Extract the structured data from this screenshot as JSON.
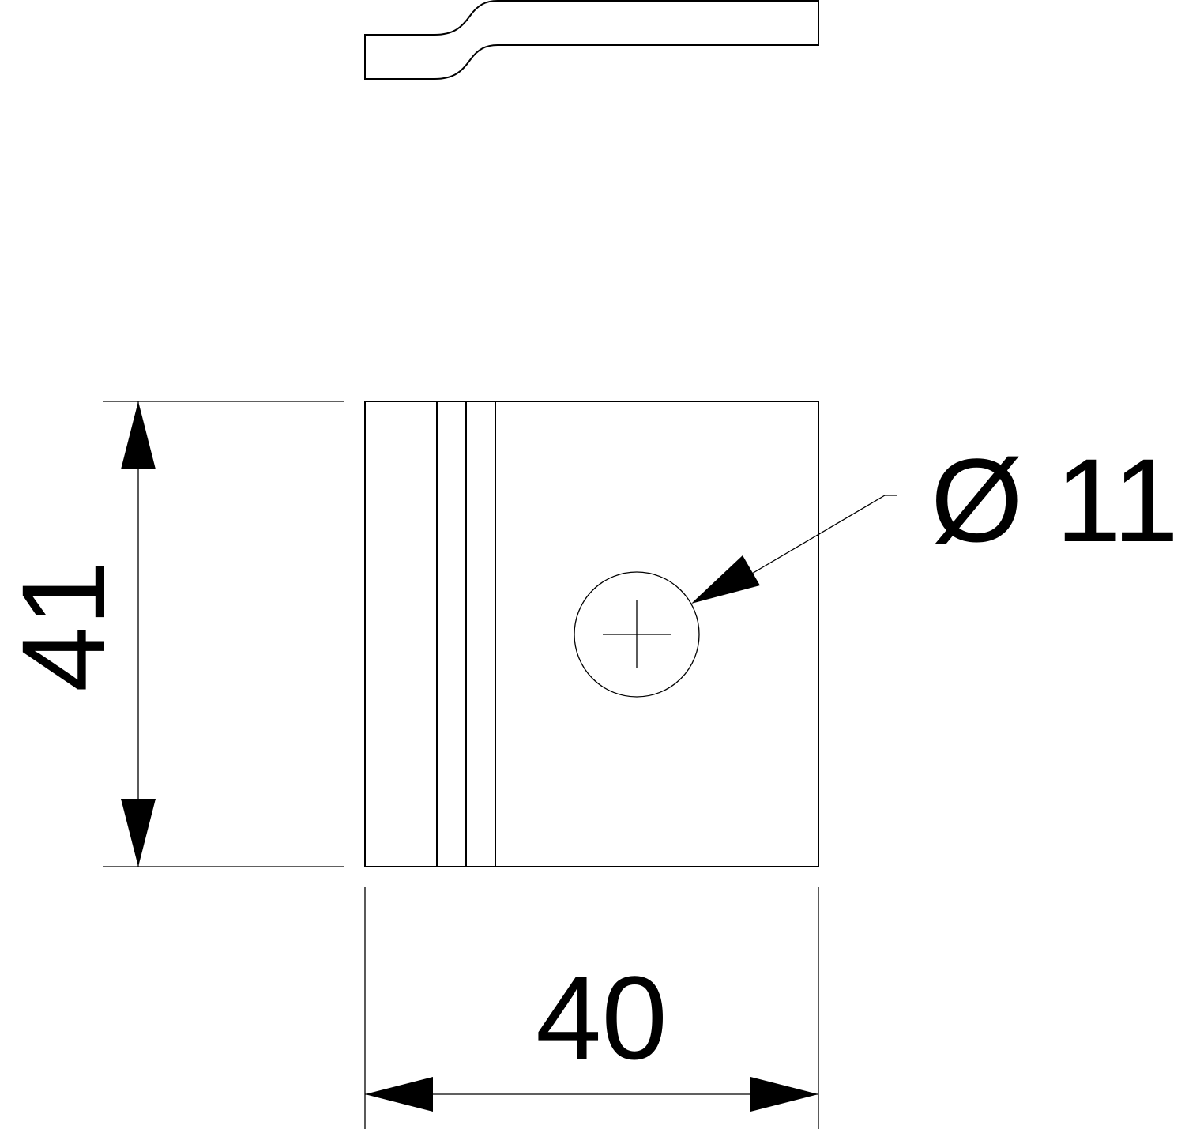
{
  "drawing": {
    "height_dimension": "41",
    "width_dimension": "40",
    "hole_diameter_label": "Ø 11",
    "line_color": "#000000",
    "background_color": "#ffffff"
  }
}
